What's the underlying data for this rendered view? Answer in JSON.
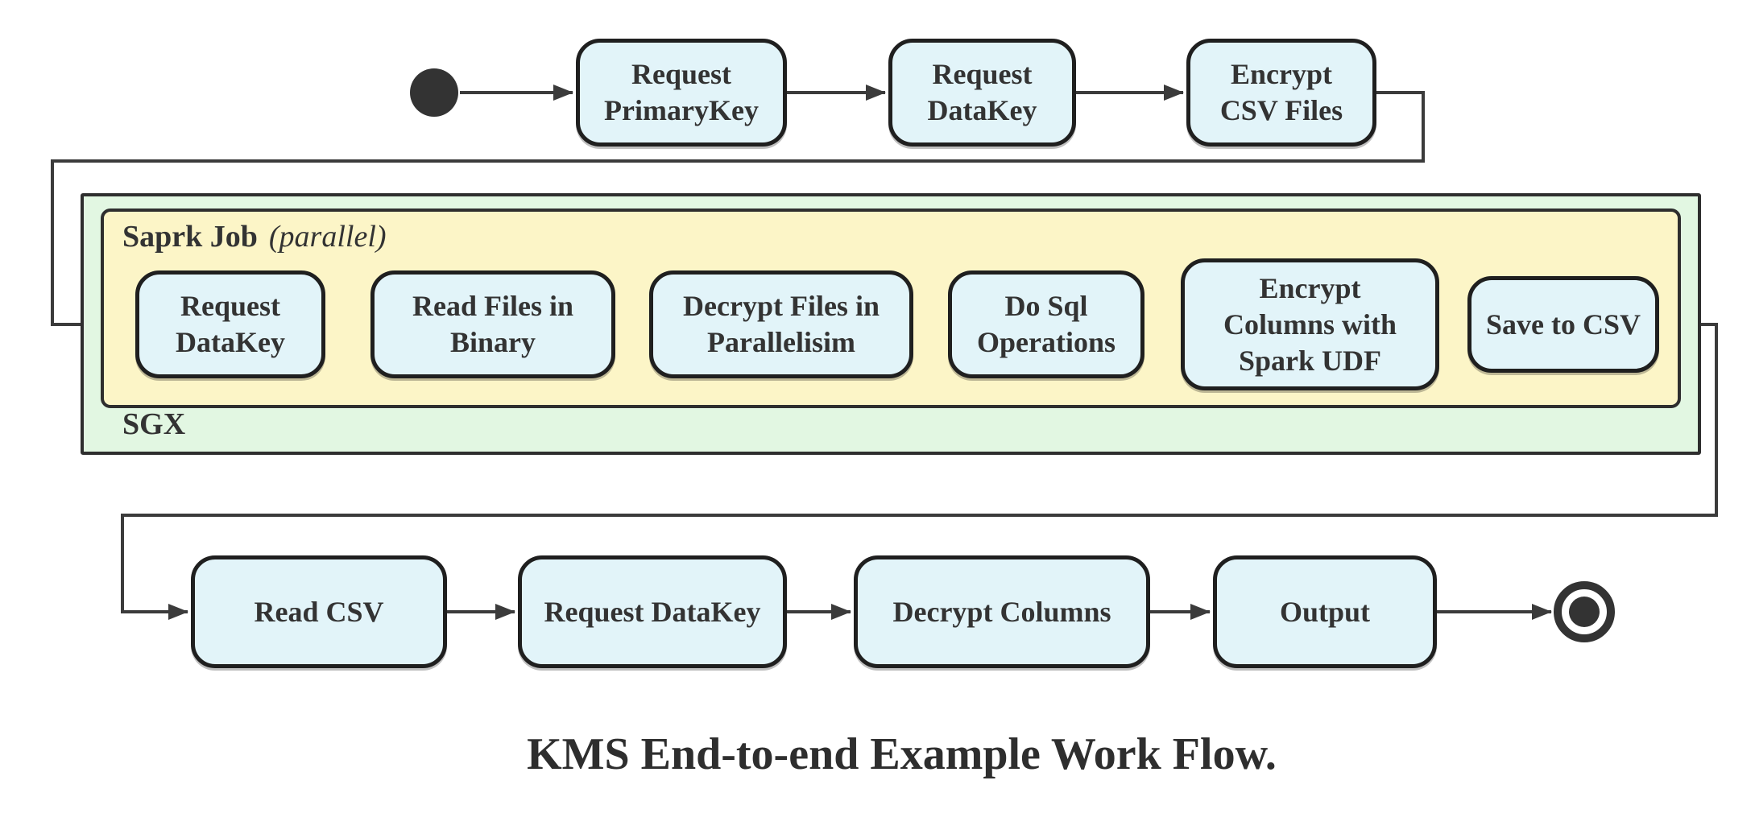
{
  "diagram": {
    "caption": "KMS End-to-end Example Work Flow.",
    "colors": {
      "node_fill": "#E2F4F9",
      "node_border": "#1F1F1F",
      "spark_container_fill": "#FCF5C7",
      "sgx_container_fill": "#E2F7E2",
      "edge_color": "#3B3B3B",
      "text_color": "#333333"
    },
    "start_node": {
      "type": "initial-state-filled-circle"
    },
    "end_node": {
      "type": "final-state-double-circle"
    },
    "top_row": {
      "nodes": [
        {
          "id": "request-primarykey",
          "label": "Request\nPrimaryKey"
        },
        {
          "id": "request-datakey-1",
          "label": "Request\nDataKey"
        },
        {
          "id": "encrypt-csv-files",
          "label": "Encrypt\nCSV Files"
        }
      ]
    },
    "sgx_container": {
      "label": "SGX"
    },
    "spark_container": {
      "title": "Saprk Job",
      "annotation": "(parallel)"
    },
    "middle_row": {
      "nodes": [
        {
          "id": "request-datakey-2",
          "label": "Request\nDataKey"
        },
        {
          "id": "read-files-in-binary",
          "label": "Read Files in\nBinary"
        },
        {
          "id": "decrypt-files-in-parallelisim",
          "label": "Decrypt Files in\nParallelisim"
        },
        {
          "id": "do-sql-operations",
          "label": "Do Sql\nOperations"
        },
        {
          "id": "encrypt-columns-with-spark-udf",
          "label": "Encrypt\nColumns with\nSpark UDF"
        },
        {
          "id": "save-to-csv",
          "label": "Save to CSV"
        }
      ]
    },
    "bottom_row": {
      "nodes": [
        {
          "id": "read-csv",
          "label": "Read CSV"
        },
        {
          "id": "request-datakey-3",
          "label": "Request DataKey"
        },
        {
          "id": "decrypt-columns",
          "label": "Decrypt Columns"
        },
        {
          "id": "output",
          "label": "Output"
        }
      ]
    },
    "edges": [
      [
        "start",
        "request-primarykey"
      ],
      [
        "request-primarykey",
        "request-datakey-1"
      ],
      [
        "request-datakey-1",
        "encrypt-csv-files"
      ],
      [
        "encrypt-csv-files",
        "request-datakey-2"
      ],
      [
        "request-datakey-2",
        "read-files-in-binary"
      ],
      [
        "read-files-in-binary",
        "decrypt-files-in-parallelisim"
      ],
      [
        "decrypt-files-in-parallelisim",
        "do-sql-operations"
      ],
      [
        "do-sql-operations",
        "encrypt-columns-with-spark-udf"
      ],
      [
        "encrypt-columns-with-spark-udf",
        "save-to-csv"
      ],
      [
        "save-to-csv",
        "read-csv"
      ],
      [
        "read-csv",
        "request-datakey-3"
      ],
      [
        "request-datakey-3",
        "decrypt-columns"
      ],
      [
        "decrypt-columns",
        "output"
      ],
      [
        "output",
        "end"
      ]
    ]
  }
}
